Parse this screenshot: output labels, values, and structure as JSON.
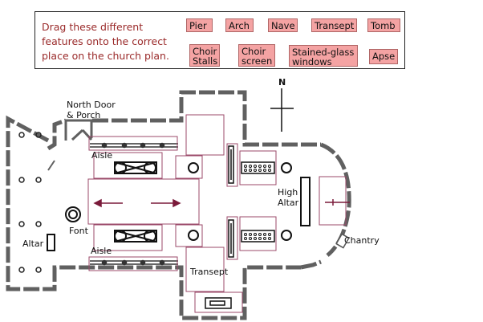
{
  "instruction": "Drag these different features onto the correct place on the church plan.",
  "tiles": {
    "pier": "Pier",
    "arch": "Arch",
    "nave": "Nave",
    "transept": "Transept",
    "tomb": "Tomb",
    "choir_stalls": "Choir Stalls",
    "choir_screen": "Choir screen",
    "stained_glass": "Stained-glass windows",
    "apse": "Apse"
  },
  "plan_labels": {
    "north_door": "North Door & Porch",
    "aisle_top": "Aisle",
    "aisle_bottom": "Aisle",
    "font": "Font",
    "altar": "Altar",
    "high_altar": "High Altar",
    "transept": "Transept",
    "chantry": "Chantry",
    "north": "N"
  },
  "colors": {
    "wall": "#606060",
    "tile_fill": "#f4a3a3",
    "drop_zone": "#9b4a6a",
    "text_red": "#9a2a2a",
    "arrow": "#7a1a3a"
  }
}
